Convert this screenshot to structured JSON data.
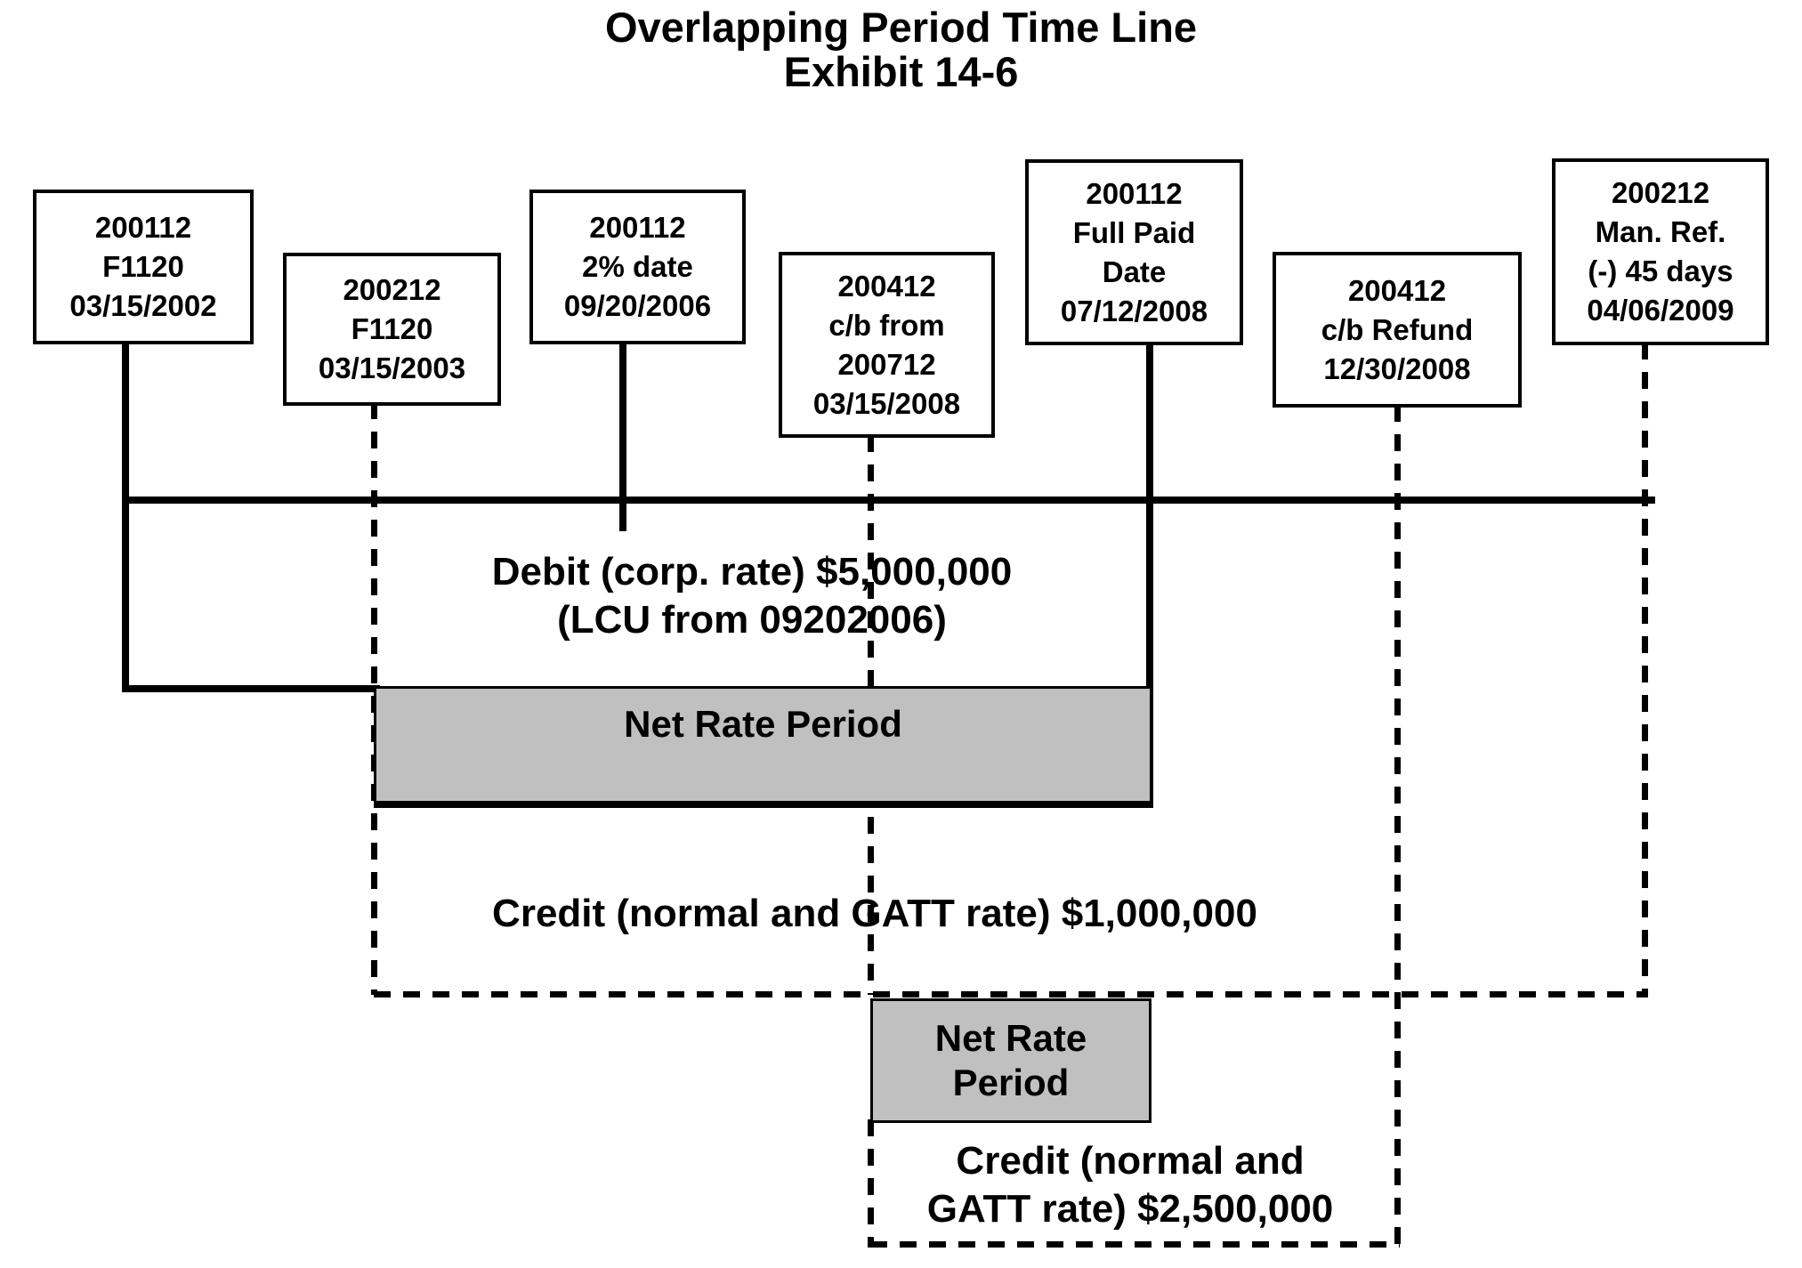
{
  "title": {
    "line1": "Overlapping Period Time Line",
    "line2": "Exhibit 14-6"
  },
  "events": [
    {
      "lines": [
        "200112",
        "F1120",
        "03/15/2002"
      ],
      "connector": "solid"
    },
    {
      "lines": [
        "200212",
        "F1120",
        "03/15/2003"
      ],
      "connector": "dashed"
    },
    {
      "lines": [
        "200112",
        "2% date",
        "09/20/2006"
      ],
      "connector": "solid"
    },
    {
      "lines": [
        "200412",
        "c/b from",
        "200712",
        "03/15/2008"
      ],
      "connector": "dashed"
    },
    {
      "lines": [
        "200112",
        "Full Paid",
        "Date",
        "07/12/2008"
      ],
      "connector": "solid"
    },
    {
      "lines": [
        "200412",
        "c/b Refund",
        "12/30/2008"
      ],
      "connector": "dashed"
    },
    {
      "lines": [
        "200212",
        "Man. Ref.",
        "(-) 45 days",
        "04/06/2009"
      ],
      "connector": "dashed"
    }
  ],
  "periods": {
    "net_rate_1": "Net Rate Period",
    "net_rate_2_line1": "Net Rate",
    "net_rate_2_line2": "Period"
  },
  "amounts": {
    "debit_line1": "Debit (corp. rate) $5,000,000",
    "debit_line2": "(LCU from 09202006)",
    "credit_1": "Credit (normal and GATT rate) $1,000,000",
    "credit_2_line1": "Credit (normal and",
    "credit_2_line2": "GATT rate) $2,500,000"
  },
  "colors": {
    "background": "#ffffff",
    "ink": "#000000",
    "period_fill": "#c0c0c0"
  }
}
